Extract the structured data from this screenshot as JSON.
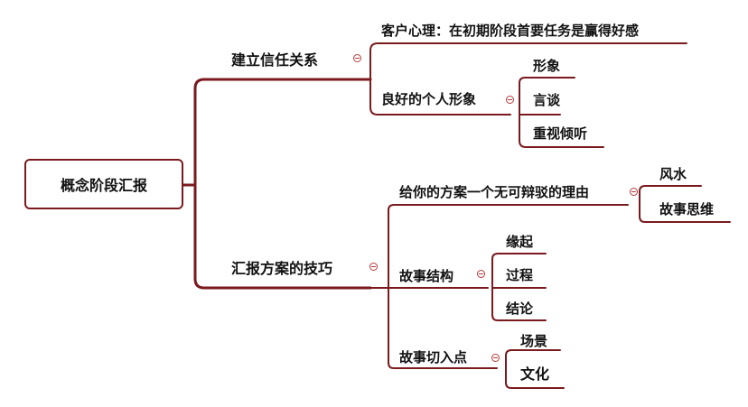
{
  "root": {
    "label": "概念阶段汇报"
  },
  "branches": [
    {
      "label": "建立信任关系",
      "children": [
        {
          "label": "客户心理：在初期阶段首要任务是赢得好感"
        },
        {
          "label": "良好的个人形象",
          "children": [
            "形象",
            "言谈",
            "重视倾听"
          ]
        }
      ]
    },
    {
      "label": "汇报方案的技巧",
      "children": [
        {
          "label": "给你的方案一个无可辩驳的理由",
          "children": [
            "风水",
            "故事思维"
          ]
        },
        {
          "label": "故事结构",
          "children": [
            "缘起",
            "过程",
            "结论"
          ]
        },
        {
          "label": "故事切入点",
          "children": [
            "场景",
            "文化"
          ]
        }
      ]
    }
  ],
  "colors": {
    "line": "#7a1a1e",
    "collapse": "#b53a3a"
  }
}
